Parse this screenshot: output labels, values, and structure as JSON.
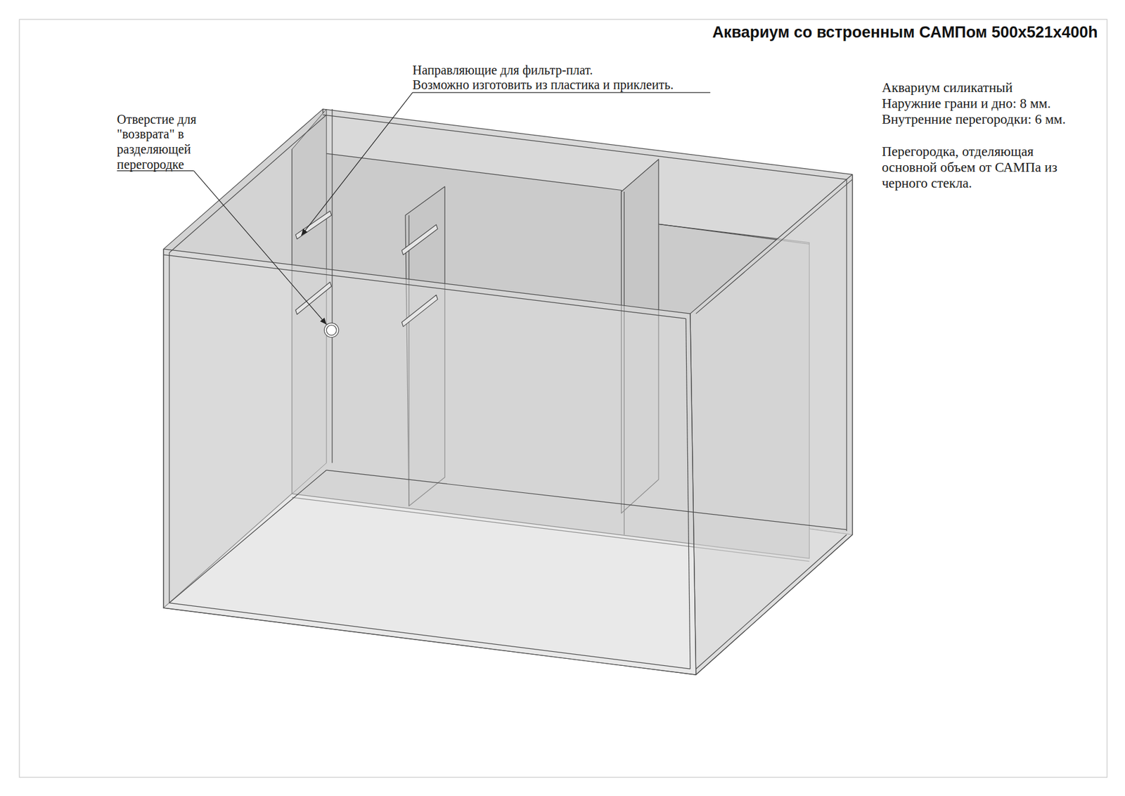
{
  "diagram": {
    "title": "Аквариум со встроенным САМПом 500x521x400h",
    "labels": [
      "Направляющие для фильтр-плат.",
      "Возможно изготовить из пластика и приклеить.",
      "Отверстие для \"возврата\" в разделяющей перегородке",
      "Аквариум силикатный",
      "Наружние грани и дно: 8 мм.",
      "Внутренние перегородки: 6 мм.",
      "Перегородка, отделяющая основной объем от САМПа  из черного стекла."
    ]
  }
}
